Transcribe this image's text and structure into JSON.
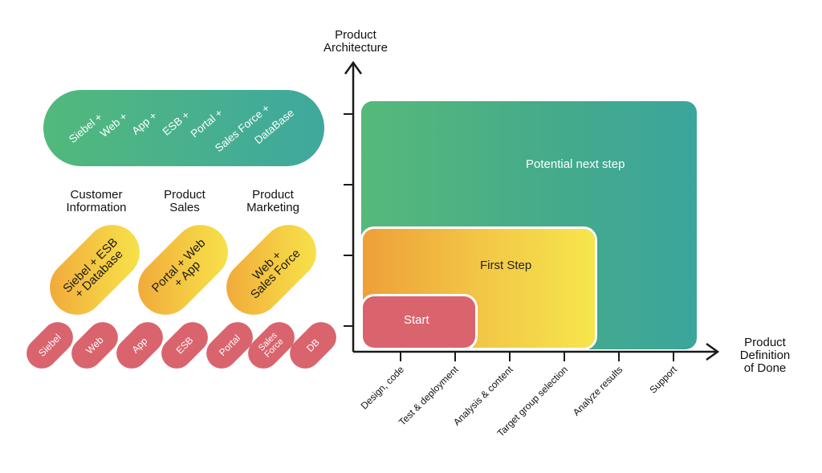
{
  "top_pill": {
    "labels": [
      "Siebel +",
      "Web +",
      "App +",
      "ESB +",
      "Portal +",
      "Sales Force +",
      "DataBase"
    ]
  },
  "columns": [
    {
      "header_line1": "Customer",
      "header_line2": "Information",
      "pill_line1": "Siebel + ESB",
      "pill_line2": "+ Database"
    },
    {
      "header_line1": "Product",
      "header_line2": "Sales",
      "pill_line1": "Portal + Web",
      "pill_line2": "+ App"
    },
    {
      "header_line1": "Product",
      "header_line2": "Marketing",
      "pill_line1": "Web +",
      "pill_line2": "Sales Force"
    }
  ],
  "small_pills": [
    {
      "line1": "Siebel",
      "line2": ""
    },
    {
      "line1": "Web",
      "line2": ""
    },
    {
      "line1": "App",
      "line2": ""
    },
    {
      "line1": "ESB",
      "line2": ""
    },
    {
      "line1": "Portal",
      "line2": ""
    },
    {
      "line1": "Sales",
      "line2": "Force"
    },
    {
      "line1": "DB",
      "line2": ""
    }
  ],
  "chart": {
    "y_axis_line1": "Product",
    "y_axis_line2": "Architecture",
    "x_axis_line1": "Product",
    "x_axis_line2": "Definition",
    "x_axis_line3": "of Done",
    "regions": {
      "potential": "Potential next step",
      "first": "First Step",
      "start": "Start"
    },
    "x_ticks": [
      "Design, code",
      "Test & deployment",
      "Analysis & content",
      "Target group selection",
      "Analyze results",
      "Support"
    ]
  },
  "colors": {
    "green": "#52b97b",
    "teal": "#3ca59c",
    "orange": "#eea038",
    "yellow": "#f6e64c",
    "red": "#d9646e"
  }
}
